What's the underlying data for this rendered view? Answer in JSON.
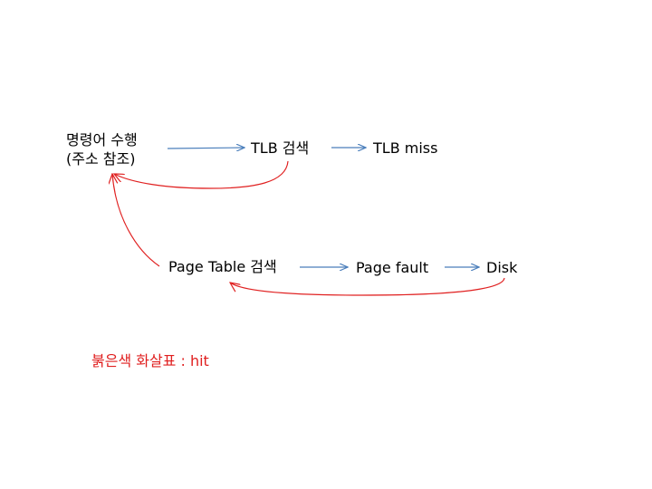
{
  "diagram": {
    "nodes": {
      "instruction_line1": "명령어 수행",
      "instruction_line2": "(주소 참조)",
      "tlb_search": "TLB 검색",
      "tlb_miss": "TLB miss",
      "page_table_search": "Page Table 검색",
      "page_fault": "Page fault",
      "disk": "Disk"
    },
    "legend": "붉은색 화살표 : hit"
  },
  "colors": {
    "flow_arrow": "#4a7ebb",
    "hit_arrow": "#e02020",
    "legend_text": "#e02020",
    "text": "#000000",
    "background": "#ffffff"
  }
}
